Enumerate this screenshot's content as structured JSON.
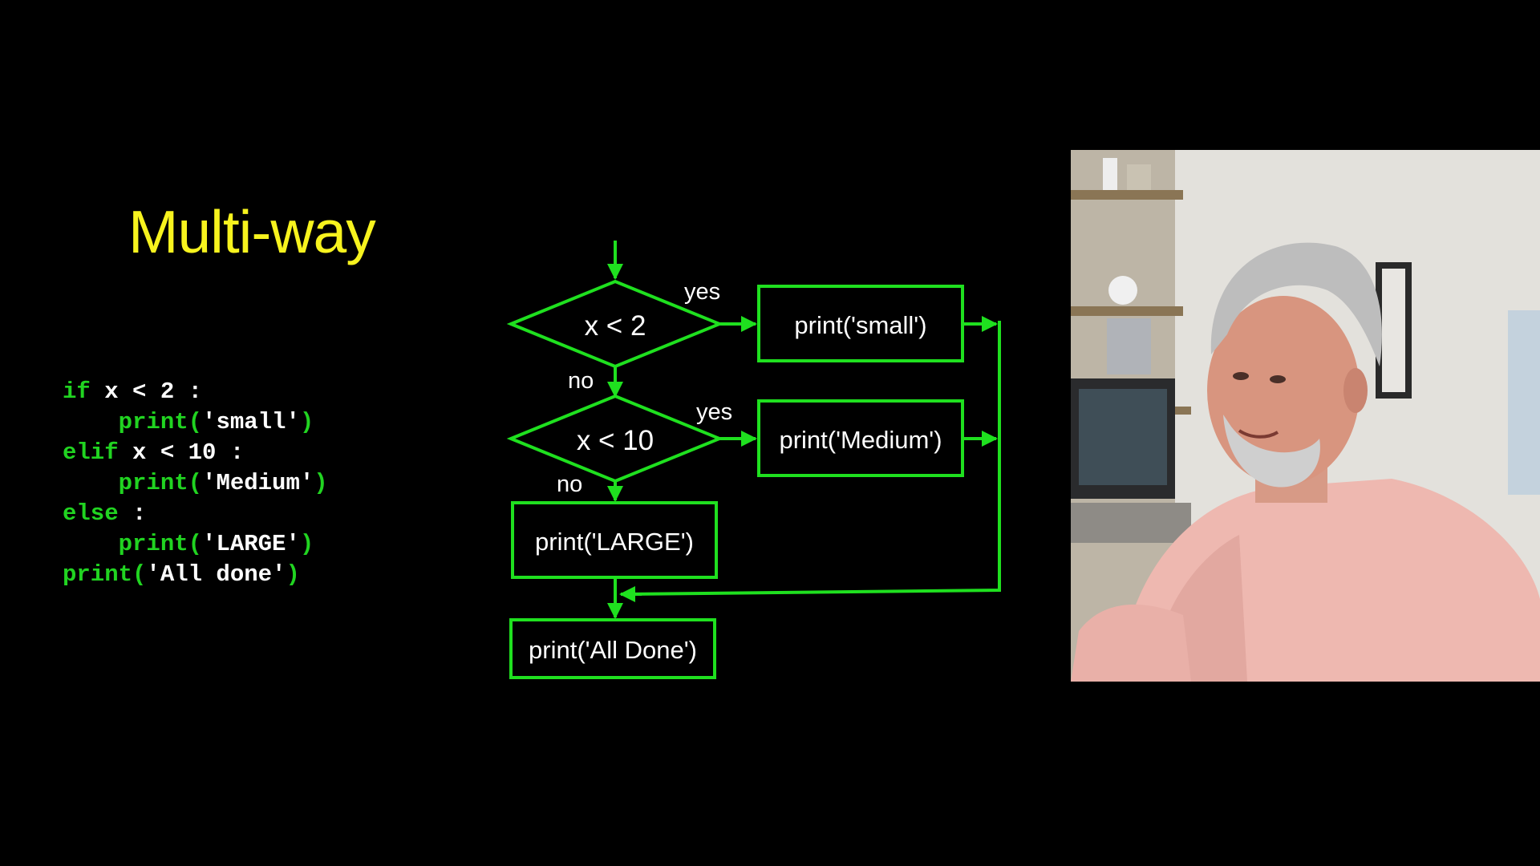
{
  "slide": {
    "title": "Multi-way"
  },
  "code": {
    "lines": [
      [
        {
          "t": "if",
          "c": "kw"
        },
        {
          "t": " x < 2 :",
          "c": "plain"
        }
      ],
      [
        {
          "t": "    ",
          "c": "plain"
        },
        {
          "t": "print",
          "c": "kw"
        },
        {
          "t": "(",
          "c": "kw"
        },
        {
          "t": "'small'",
          "c": "str"
        },
        {
          "t": ")",
          "c": "kw"
        }
      ],
      [
        {
          "t": "elif",
          "c": "kw"
        },
        {
          "t": " x < 10 :",
          "c": "plain"
        }
      ],
      [
        {
          "t": "    ",
          "c": "plain"
        },
        {
          "t": "print",
          "c": "kw"
        },
        {
          "t": "(",
          "c": "kw"
        },
        {
          "t": "'Medium'",
          "c": "str"
        },
        {
          "t": ")",
          "c": "kw"
        }
      ],
      [
        {
          "t": "else",
          "c": "kw"
        },
        {
          "t": " :",
          "c": "plain"
        }
      ],
      [
        {
          "t": "    ",
          "c": "plain"
        },
        {
          "t": "print",
          "c": "kw"
        },
        {
          "t": "(",
          "c": "kw"
        },
        {
          "t": "'LARGE'",
          "c": "str"
        },
        {
          "t": ")",
          "c": "kw"
        }
      ],
      [
        {
          "t": "print",
          "c": "kw"
        },
        {
          "t": "(",
          "c": "kw"
        },
        {
          "t": "'All done'",
          "c": "str"
        },
        {
          "t": ")",
          "c": "kw"
        }
      ]
    ]
  },
  "flowchart": {
    "decision1": "x < 2",
    "decision2": "x < 10",
    "box_small": "print('small')",
    "box_medium": "print('Medium')",
    "box_large": "print('LARGE')",
    "box_done": "print('All Done')",
    "yes1": "yes",
    "yes2": "yes",
    "no1": "no",
    "no2": "no"
  },
  "colors": {
    "background": "#000000",
    "title": "#f7f31e",
    "flow_line": "#1fe01f",
    "keyword": "#21d421",
    "text": "#ffffff"
  },
  "webcam": {
    "icon": "presenter-video"
  }
}
